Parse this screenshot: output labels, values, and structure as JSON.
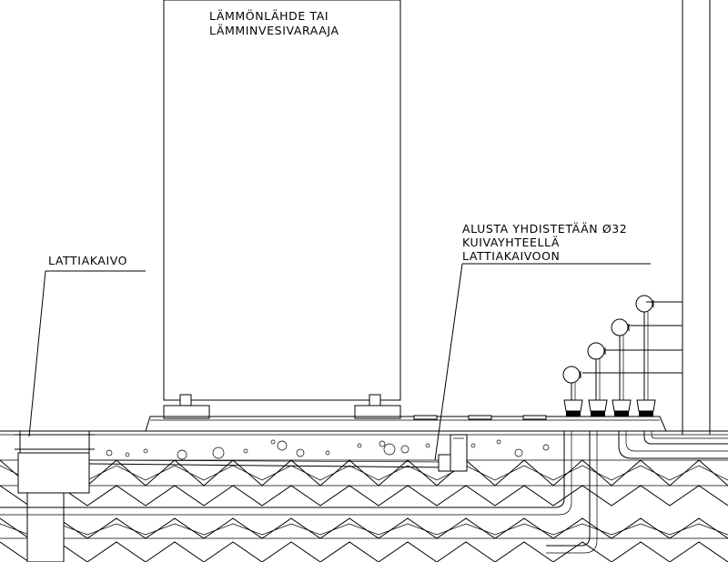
{
  "labels": {
    "heat_source": [
      "LÄMMÖNLÄHDE TAI",
      "LÄMMINVESIVARAAJA"
    ],
    "floor_drain": "LATTIAKAIVO",
    "connection_note": [
      "ALUSTA YHDISTETÄÄN Ø32",
      "KUIVAYHTEELLÄ",
      "LATTIAKAIVOON"
    ]
  },
  "colors": {
    "line": "#000000",
    "background": "#ffffff",
    "hatch": "#000000"
  }
}
